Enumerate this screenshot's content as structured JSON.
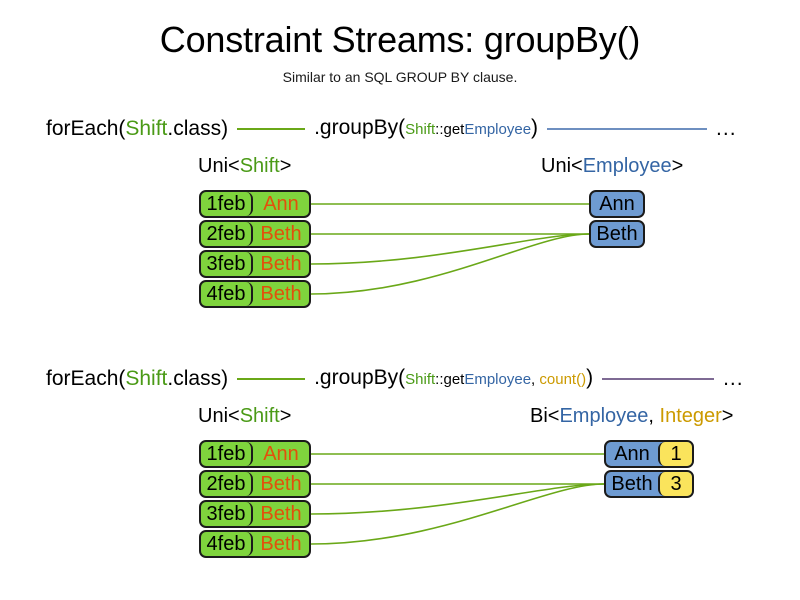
{
  "header": {
    "title": "Constraint Streams: groupBy()",
    "subtitle": "Similar to an SQL GROUP BY clause."
  },
  "colors": {
    "green_fill": "#7fd43d",
    "blue_fill": "#6e9bd2",
    "yellow_fill": "#fae45c",
    "box_border": "#1b1b1b",
    "name_orange": "#e2500b",
    "token_green": "#4a9a16",
    "token_blue": "#3465a4",
    "token_gold": "#cc9a00",
    "line_green": "#6aa818",
    "line_blue": "#6e8fc0",
    "line_purple": "#7e6a94"
  },
  "sections": [
    {
      "id": "groupby-single",
      "pipeline": {
        "for_each": {
          "prefix": "forEach(",
          "type": "Shift",
          "suffix": ".class)"
        },
        "connector_1_color": "green",
        "group_by": {
          "prefix": ".groupBy(",
          "mapper_owner": "Shift",
          "mapper_sep": "::get",
          "mapper_prop": "Employee",
          "suffix": ")"
        },
        "connector_2_color": "blue",
        "tail": "..."
      },
      "left": {
        "type_label": {
          "prefix": "Uni<",
          "generic": "Shift",
          "suffix": ">"
        },
        "rows": [
          {
            "date": "1feb",
            "name": "Ann"
          },
          {
            "date": "2feb",
            "name": "Beth"
          },
          {
            "date": "3feb",
            "name": "Beth"
          },
          {
            "date": "4feb",
            "name": "Beth"
          }
        ]
      },
      "right": {
        "type_label": {
          "prefix": "Uni<",
          "generic": "Employee",
          "suffix": ">"
        },
        "rows": [
          {
            "name": "Ann"
          },
          {
            "name": "Beth"
          }
        ]
      },
      "links": [
        {
          "from": 0,
          "to": 0
        },
        {
          "from": 1,
          "to": 1
        },
        {
          "from": 2,
          "to": 1
        },
        {
          "from": 3,
          "to": 1
        }
      ]
    },
    {
      "id": "groupby-count",
      "pipeline": {
        "for_each": {
          "prefix": "forEach(",
          "type": "Shift",
          "suffix": ".class)"
        },
        "connector_1_color": "green",
        "group_by": {
          "prefix": ".groupBy(",
          "mapper_owner": "Shift",
          "mapper_sep": "::get",
          "mapper_prop": "Employee",
          "separator": ", ",
          "collector": "count()",
          "suffix": ")"
        },
        "connector_2_color": "purple",
        "tail": "..."
      },
      "left": {
        "type_label": {
          "prefix": "Uni<",
          "generic": "Shift",
          "suffix": ">"
        },
        "rows": [
          {
            "date": "1feb",
            "name": "Ann"
          },
          {
            "date": "2feb",
            "name": "Beth"
          },
          {
            "date": "3feb",
            "name": "Beth"
          },
          {
            "date": "4feb",
            "name": "Beth"
          }
        ]
      },
      "right": {
        "type_label": {
          "prefix": "Bi<",
          "generic": "Employee",
          "separator": ", ",
          "generic2": "Integer",
          "suffix": ">"
        },
        "rows": [
          {
            "name": "Ann",
            "count": "1"
          },
          {
            "name": "Beth",
            "count": "3"
          }
        ]
      },
      "links": [
        {
          "from": 0,
          "to": 0
        },
        {
          "from": 1,
          "to": 1
        },
        {
          "from": 2,
          "to": 1
        },
        {
          "from": 3,
          "to": 1
        }
      ]
    }
  ]
}
